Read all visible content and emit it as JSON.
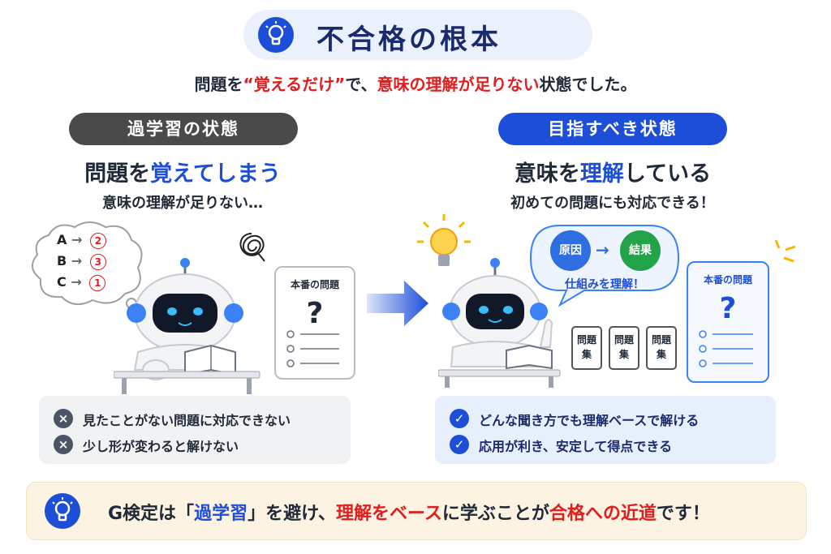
{
  "title": "不合格の根本",
  "subtitle": {
    "p1": "問題を",
    "p2": "“覚えるだけ”",
    "p3": "で、",
    "p4": "意味の理解が足りない",
    "p5": "状態でした。"
  },
  "left": {
    "badge": "過学習の状態",
    "heading_a": "問題を",
    "heading_b": "覚えてしまう",
    "sub": "意味の理解が足りない…",
    "thought": [
      {
        "letter": "A",
        "arrow": "→",
        "num": "2"
      },
      {
        "letter": "B",
        "arrow": "→",
        "num": "3"
      },
      {
        "letter": "C",
        "arrow": "→",
        "num": "1"
      }
    ],
    "paper_title": "本番の問題",
    "paper_q": "?",
    "points": [
      "見たことがない問題に対応できない",
      "少し形が変わると解けない"
    ]
  },
  "right": {
    "badge": "目指すべき状態",
    "heading_a": "意味を",
    "heading_b": "理解",
    "heading_c": "している",
    "sub": "初めての問題にも対応できる！",
    "bubble": {
      "cause": "原因",
      "arrow": "→",
      "effect": "結果",
      "caption": "仕組みを理解！"
    },
    "books": [
      {
        "l1": "問題",
        "l2": "集"
      },
      {
        "l1": "問題",
        "l2": "集"
      },
      {
        "l1": "問題",
        "l2": "集"
      }
    ],
    "paper_title": "本番の問題",
    "paper_q": "?",
    "points": [
      "どんな聞き方でも理解ベースで解ける",
      "応用が利き、安定して得点できる"
    ]
  },
  "bottom": {
    "t1": "G検定は「",
    "t2": "過学習",
    "t3": "」を避け、",
    "t4": "理解をベース",
    "t5": "に学ぶことが",
    "t6": "合格への近道",
    "t7": "です！"
  },
  "colors": {
    "accent_blue": "#1d4ed8",
    "accent_red": "#e11d1d",
    "dark_pill": "#4a4a4a",
    "cause_node": "#2f6ee0",
    "effect_node": "#22a34a",
    "bulb": "#f5b800"
  },
  "icons": [
    "lightbulb-icon",
    "x-circle-icon",
    "check-circle-icon",
    "arrow-right-icon",
    "robot-icon",
    "scribble-icon"
  ]
}
